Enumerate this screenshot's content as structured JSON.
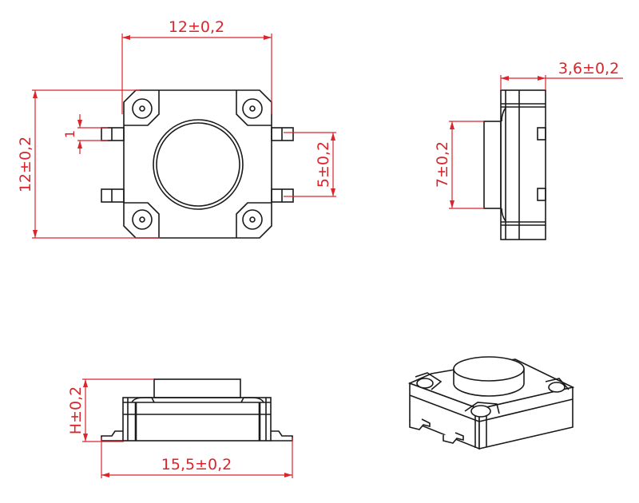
{
  "title": "SMD tactile switch 12x12 mechanical drawing",
  "colors": {
    "outline": "#1a1a1a",
    "dimension": "#d9252b",
    "background": "#ffffff"
  },
  "top_view": {
    "width_label": "12±0,2",
    "height_label": "12±0,2",
    "pin_width_label": "1",
    "pin_pitch_label": "5±0,2"
  },
  "side_view": {
    "depth_label": "3,6±0,2",
    "button_label": "7±0,2"
  },
  "front_view": {
    "height_label": "H±0,2",
    "length_label": "15,5±0,2"
  }
}
